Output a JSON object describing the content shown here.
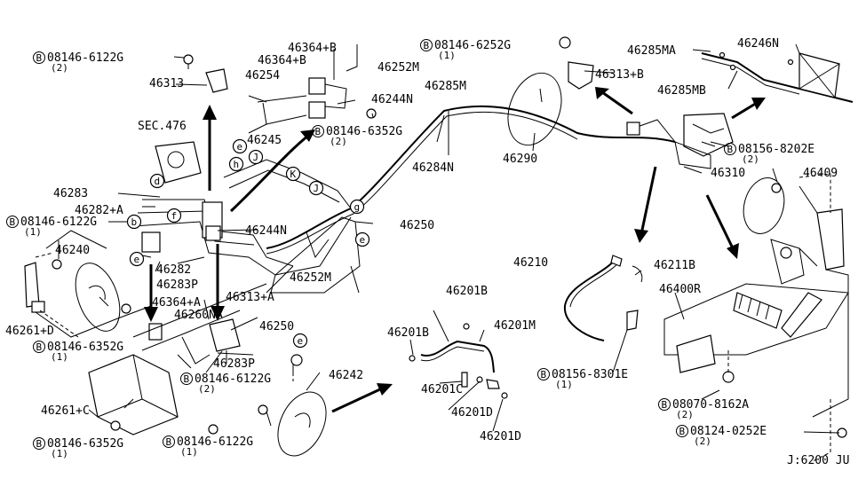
{
  "labels": [
    {
      "id": "bolt_a",
      "prefix": "B",
      "text": "08146-6122G",
      "qty": "(2)"
    },
    {
      "id": "p46313",
      "text": "46313"
    },
    {
      "id": "p46364b1",
      "text": "46364+B"
    },
    {
      "id": "p46364b2",
      "text": "46364+B"
    },
    {
      "id": "p46254",
      "text": "46254"
    },
    {
      "id": "p46252m_top",
      "text": "46252M"
    },
    {
      "id": "p46244n_top",
      "text": "46244N"
    },
    {
      "id": "p46245",
      "text": "46245"
    },
    {
      "id": "bolt_b",
      "prefix": "B",
      "text": "08146-6352G",
      "qty": "(2)"
    },
    {
      "id": "sec476",
      "text": "SEC.476"
    },
    {
      "id": "p46283",
      "text": "46283"
    },
    {
      "id": "p46282a",
      "text": "46282+A"
    },
    {
      "id": "bolt_c",
      "prefix": "B",
      "text": "08146-6122G",
      "qty": "(1)"
    },
    {
      "id": "p46240",
      "text": "46240"
    },
    {
      "id": "p46261d",
      "text": "46261+D"
    },
    {
      "id": "p46282",
      "text": "46282"
    },
    {
      "id": "p46283p_a",
      "text": "46283P"
    },
    {
      "id": "p46244n_mid",
      "text": "46244N"
    },
    {
      "id": "p46252m_mid",
      "text": "46252M"
    },
    {
      "id": "p46250_mid",
      "text": "46250"
    },
    {
      "id": "p46364a",
      "text": "46364+A"
    },
    {
      "id": "p46313a",
      "text": "46313+A"
    },
    {
      "id": "p46260na",
      "text": "46260NA"
    },
    {
      "id": "p46250_low",
      "text": "46250"
    },
    {
      "id": "bolt_d",
      "prefix": "B",
      "text": "08146-6352G",
      "qty": "(1)"
    },
    {
      "id": "p46283p_b",
      "text": "46283P"
    },
    {
      "id": "bolt_e",
      "prefix": "B",
      "text": "08146-6122G",
      "qty": "(2)"
    },
    {
      "id": "p46261c",
      "text": "46261+C"
    },
    {
      "id": "p46242",
      "text": "46242"
    },
    {
      "id": "bolt_f",
      "prefix": "B",
      "text": "08146-6352G",
      "qty": "(1)"
    },
    {
      "id": "bolt_g",
      "prefix": "B",
      "text": "08146-6122G",
      "qty": "(1)"
    },
    {
      "id": "bolt_h",
      "prefix": "B",
      "text": "08146-6252G",
      "qty": "(1)"
    },
    {
      "id": "p46285m",
      "text": "46285M"
    },
    {
      "id": "p46284n",
      "text": "46284N"
    },
    {
      "id": "p46290",
      "text": "46290"
    },
    {
      "id": "p46285ma",
      "text": "46285MA"
    },
    {
      "id": "p46246n",
      "text": "46246N"
    },
    {
      "id": "p46313b",
      "text": "46313+B"
    },
    {
      "id": "p46285mb",
      "text": "46285MB"
    },
    {
      "id": "bolt_i",
      "prefix": "B",
      "text": "08156-8202E",
      "qty": "(2)"
    },
    {
      "id": "p46310",
      "text": "46310"
    },
    {
      "id": "p46409",
      "text": "46409"
    },
    {
      "id": "p46210",
      "text": "46210"
    },
    {
      "id": "p46211b",
      "text": "46211B"
    },
    {
      "id": "p46400r",
      "text": "46400R"
    },
    {
      "id": "bolt_j",
      "prefix": "B",
      "text": "08156-8301E",
      "qty": "(1)"
    },
    {
      "id": "bolt_k",
      "prefix": "B",
      "text": "08070-8162A",
      "qty": "(2)"
    },
    {
      "id": "bolt_l",
      "prefix": "B",
      "text": "08124-0252E",
      "qty": "(2)"
    },
    {
      "id": "p46201b_a",
      "text": "46201B"
    },
    {
      "id": "p46201b_b",
      "text": "46201B"
    },
    {
      "id": "p46201m",
      "text": "46201M"
    },
    {
      "id": "p46201c",
      "text": "46201C"
    },
    {
      "id": "p46201d_a",
      "text": "46201D"
    },
    {
      "id": "p46201d_b",
      "text": "46201D"
    },
    {
      "id": "code",
      "text": "J:6200 JU"
    }
  ],
  "callouts": [
    "e",
    "h",
    "J",
    "K",
    "J",
    "g",
    "e",
    "d",
    "b",
    "f",
    "e",
    "e"
  ]
}
